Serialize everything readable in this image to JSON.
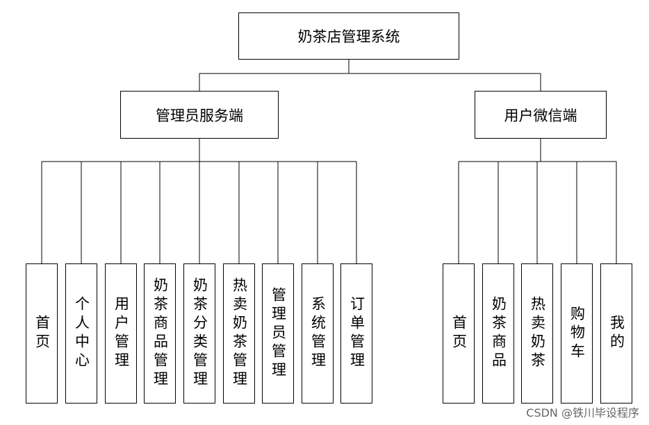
{
  "root": {
    "label": "奶茶店管理系统"
  },
  "admin": {
    "label": "管理员服务端",
    "items": [
      "首页",
      "个人中心",
      "用户管理",
      "奶茶商品管理",
      "奶茶分类管理",
      "热卖奶茶管理",
      "管理员管理",
      "系统管理",
      "订单管理"
    ]
  },
  "user": {
    "label": "用户微信端",
    "items": [
      "首页",
      "奶茶商品",
      "热卖奶茶",
      "购物车",
      "我的"
    ]
  },
  "watermark": "CSDN @铁川毕设程序"
}
